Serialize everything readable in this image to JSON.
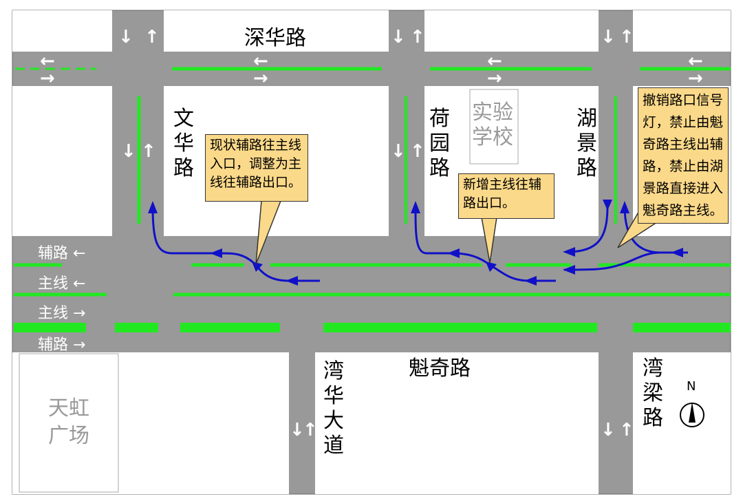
{
  "roads": {
    "shenhua": "深华路",
    "wenhua": "文华路",
    "heyuan": "荷园路",
    "hujing": "湖景路",
    "kuiqi": "魁奇路",
    "wanhua": "湾华大道",
    "wanliang": "湾梁路"
  },
  "places": {
    "school": "实验学校",
    "tianhong": "天虹广场"
  },
  "lanes": [
    {
      "label": "辅路",
      "dir": "←"
    },
    {
      "label": "主线",
      "dir": "←"
    },
    {
      "label": "主线",
      "dir": "→"
    },
    {
      "label": "辅路",
      "dir": "→"
    }
  ],
  "callouts": {
    "wenhua": "现状辅路往主线入口，调整为主线往辅路出口。",
    "heyuan": "新增主线往辅路出口。",
    "hujing": "撤销路口信号灯，禁止由魁奇路主线出辅路，禁止由湖景路直接进入魁奇路主线。"
  },
  "compass": "N",
  "colors": {
    "road": "#999999",
    "marking": "#22e822",
    "route": "#1010c8",
    "callout": "#fbd98a"
  }
}
